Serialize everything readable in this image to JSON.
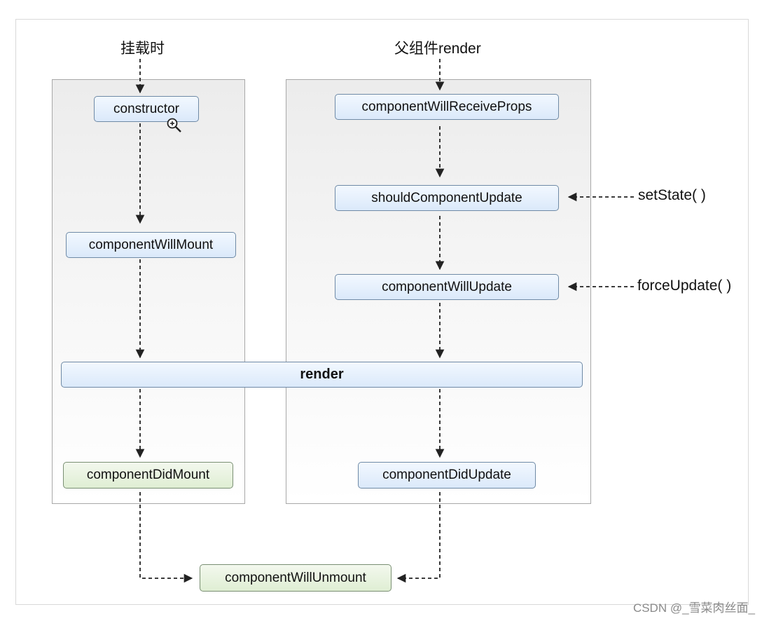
{
  "labels": {
    "mount_title": "挂载时",
    "update_title": "父组件render",
    "set_state": "setState( )",
    "force_update": "forceUpdate( )"
  },
  "nodes": {
    "constructor": "constructor",
    "will_mount": "componentWillMount",
    "render": "render",
    "did_mount": "componentDidMount",
    "will_receive_props": "componentWillReceiveProps",
    "should_update": "shouldComponentUpdate",
    "will_update": "componentWillUpdate",
    "did_update": "componentDidUpdate",
    "will_unmount": "componentWillUnmount"
  },
  "watermark": "CSDN @_雪菜肉丝面_",
  "icons": {
    "zoom": "zoom-in-icon"
  },
  "colors": {
    "node_blue": "#dbe9fa",
    "node_green": "#dfeed3",
    "node_border": "#6f8aa6",
    "arrow": "#222222",
    "panel_border": "#a8a8a8"
  }
}
